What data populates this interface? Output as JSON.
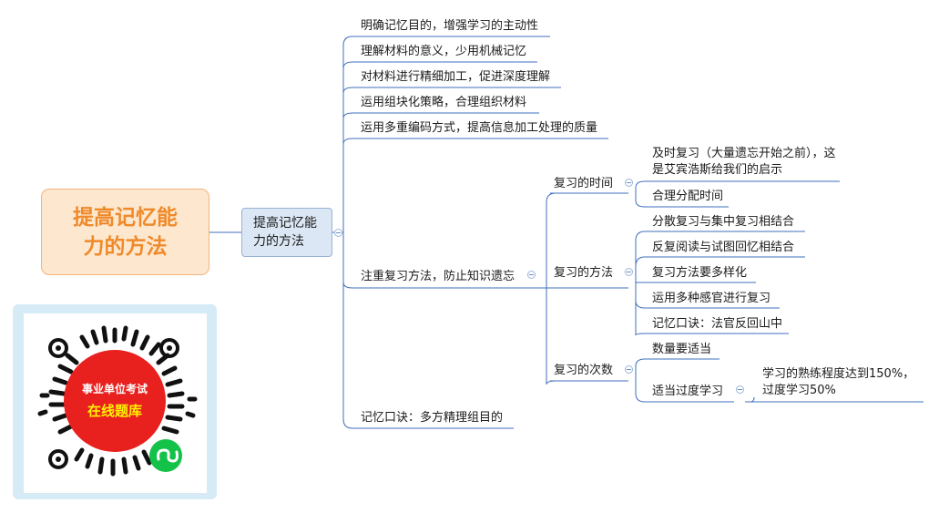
{
  "root": {
    "label": "提高记忆能力的方法"
  },
  "main": {
    "label": "提高记忆能力的方法"
  },
  "branches": {
    "b1": "明确记忆目的，增强学习的主动性",
    "b2": "理解材料的意义，少用机械记忆",
    "b3": "对材料进行精细加工，促进深度理解",
    "b4": "运用组块化策略，合理组织材料",
    "b5": "运用多重编码方式，提高信息加工处理的质量",
    "b6": "注重复习方法，防止知识遗忘",
    "b7": "记忆口诀：多方精理组目的"
  },
  "review": {
    "time": {
      "label": "复习的时间",
      "items": [
        "及时复习（大量遗忘开始之前），这是艾宾浩斯给我们的启示",
        "合理分配时间"
      ]
    },
    "method": {
      "label": "复习的方法",
      "items": [
        "分散复习与集中复习相结合",
        "反复阅读与试图回忆相结合",
        "复习方法要多样化",
        "运用多种感官进行复习",
        "记忆口诀：法官反回山中"
      ]
    },
    "count": {
      "label": "复习的次数",
      "items": [
        "数量要适当",
        "适当过度学习"
      ],
      "overlearn_detail": "学习的熟练程度达到150%，过度学习50%"
    }
  },
  "qr": {
    "line1": "事业单位考试",
    "line2": "在线题库"
  },
  "colors": {
    "accent_orange": "#ef8a2b",
    "line_blue": "#4a72b8",
    "card_bg": "#d6ebf5",
    "qr_red": "#e8201e"
  }
}
